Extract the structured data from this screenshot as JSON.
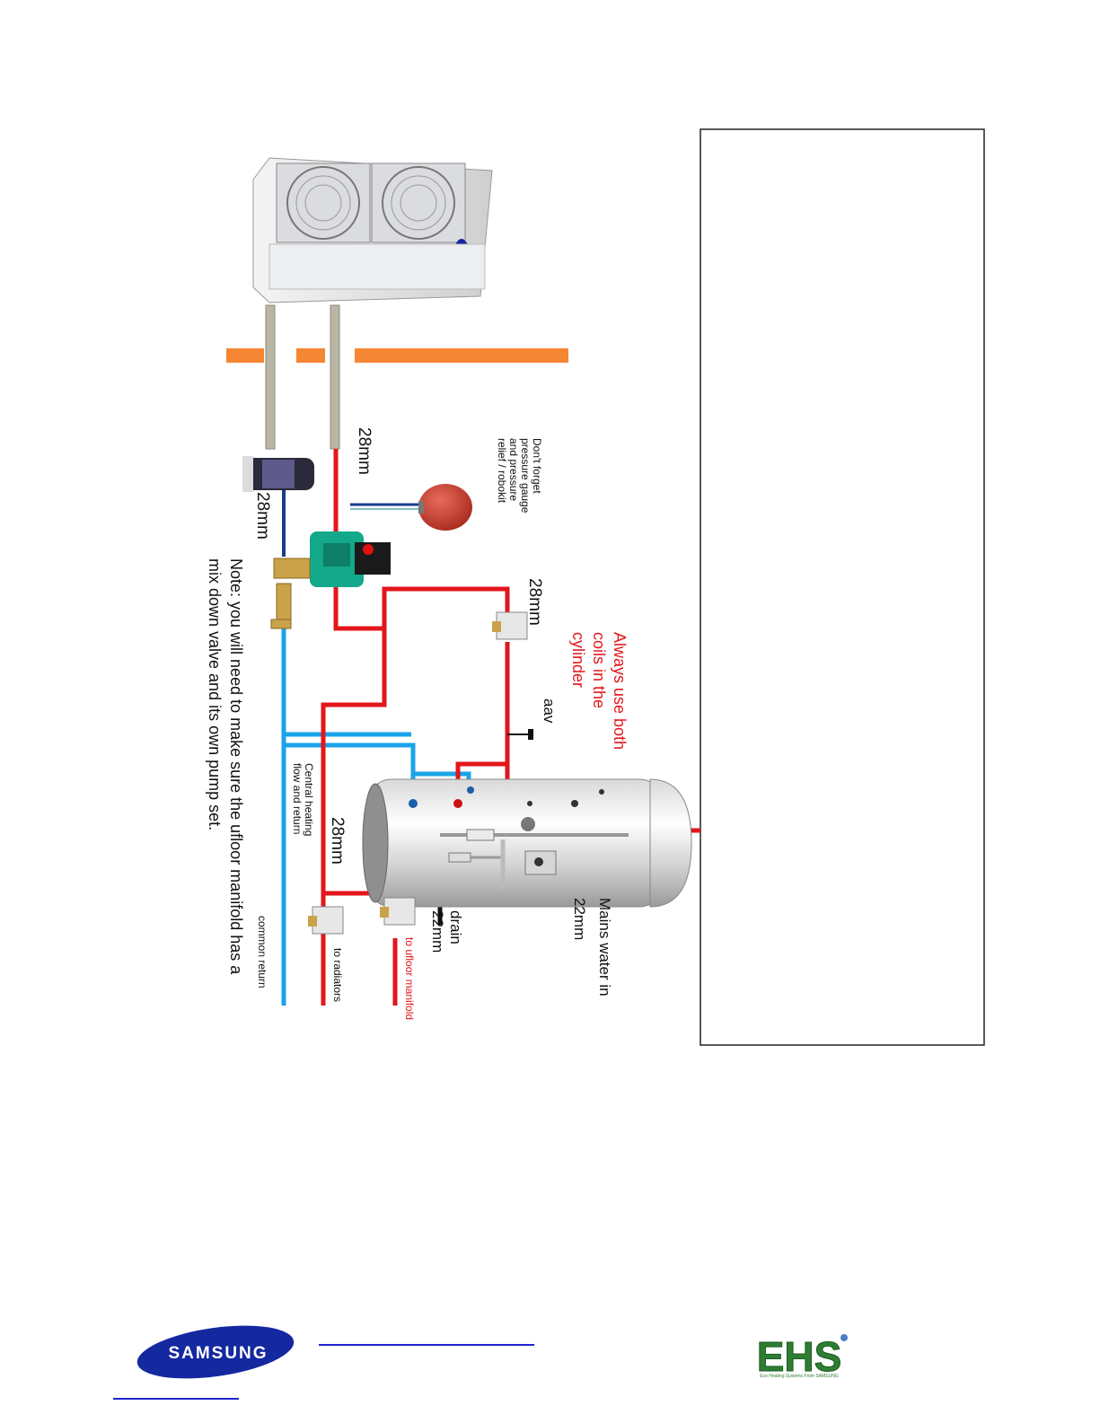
{
  "labels": {
    "pipe_28mm_flow": "28mm",
    "pipe_28mm_return": "28mm",
    "pipe_28mm_valve": "28mm",
    "pipe_28mm_ch": "28mm",
    "dont_forget": [
      "Don't forget",
      "pressure gauge",
      "and pressure",
      "relief / robokit"
    ],
    "always_use": [
      "Always use both",
      "coils in the",
      "cylinder"
    ],
    "aav": "aav",
    "central_heating": [
      "Central heating",
      "flow and return"
    ],
    "note": [
      "Note: you will need to make sure the ufloor manifold has a",
      "mix down valve and its own pump set."
    ],
    "drain": [
      "drain",
      "22mm"
    ],
    "mains": [
      "Mains water in",
      "22mm"
    ],
    "common_return": "common return",
    "to_radiators": "to radiators",
    "to_ufloor": "to ufloor manifold"
  },
  "logos": {
    "samsung": "SAMSUNG",
    "ehs": "EHS",
    "ehs_tagline": "Eco Heating Systems From SAMSUNG"
  },
  "colors": {
    "flow_pipe": "#e3161b",
    "return_pipe": "#1aa3e8",
    "wall": "#f58634",
    "samsung_blue": "#1428a0",
    "ehs_green": "#2e7d32"
  }
}
